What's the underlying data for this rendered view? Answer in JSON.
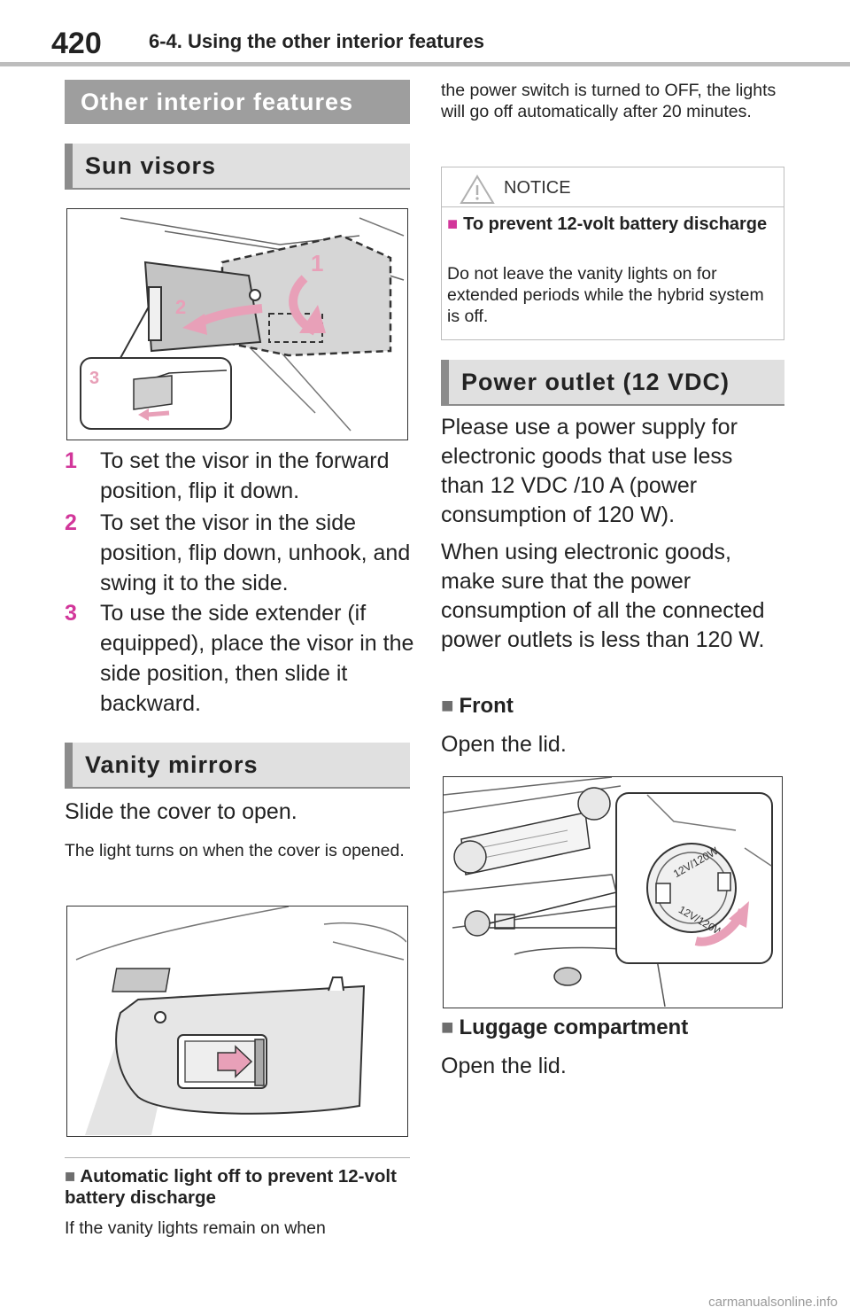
{
  "header": {
    "page_number": "420",
    "section": "6-4. Using the other interior features"
  },
  "left": {
    "main_heading": "Other interior features",
    "sun_visors": {
      "heading": "Sun visors",
      "steps": [
        {
          "num": "1",
          "text": "To set the visor in the forward position, flip it down."
        },
        {
          "num": "2",
          "text": "To set the visor in the side position, flip down, unhook, and swing it to the side."
        },
        {
          "num": "3",
          "text": "To use the side extender (if equipped), place the visor in the side position, then slide it backward."
        }
      ],
      "figure_labels": [
        "1",
        "2",
        "3"
      ]
    },
    "vanity_mirrors": {
      "heading": "Vanity mirrors",
      "body": "Slide the cover to open.",
      "note": "The light turns on when the cover is opened."
    },
    "auto_light": {
      "square": "■",
      "heading": "Automatic light off to prevent 12-volt battery discharge",
      "text": "If the vanity lights remain on when"
    }
  },
  "right": {
    "continued_text": "the power switch is turned to OFF, the lights will go off automatically after 20 minutes.",
    "notice": {
      "title": "NOTICE",
      "square": "■",
      "heading": "To prevent 12-volt battery discharge",
      "text": "Do not leave the vanity lights on for extended periods while the hybrid system is off."
    },
    "power_outlet": {
      "heading": "Power outlet (12 VDC)",
      "para1": "Please use a power supply for electronic goods that use less than 12 VDC /10 A (power consumption of 120 W).",
      "para2": "When using electronic goods, make sure that the power consumption of all the connected power outlets is less than 120 W.",
      "front": {
        "square": "■",
        "heading": "Front",
        "text": "Open the lid."
      },
      "cap_label_1": "12V/120W",
      "cap_label_2": "12V/120W",
      "luggage": {
        "square": "■",
        "heading": "Luggage compartment",
        "text": "Open the lid."
      }
    }
  },
  "watermark": "carmanualsonline.info"
}
